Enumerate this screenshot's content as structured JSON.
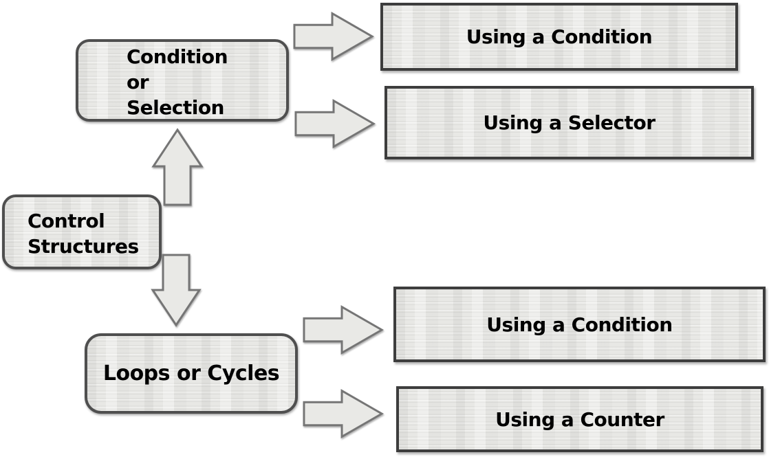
{
  "diagram": {
    "nodes": {
      "root": {
        "lines": [
          "Control",
          "Structures"
        ]
      },
      "condition_branch": {
        "lines": [
          "Condition",
          "or",
          "Selection"
        ]
      },
      "loops_branch": {
        "label": "Loops or Cycles"
      }
    },
    "leaves": [
      {
        "label": "Using a Condition"
      },
      {
        "label": "Using a Selector"
      },
      {
        "label": "Using a Condition"
      },
      {
        "label": "Using a Counter"
      }
    ],
    "arrows": [
      {
        "name": "up-arrow",
        "from": "Control Structures",
        "to": "Condition or Selection",
        "direction": "up"
      },
      {
        "name": "down-arrow",
        "from": "Control Structures",
        "to": "Loops or Cycles",
        "direction": "down"
      },
      {
        "name": "right-arrow-1",
        "from": "Condition or Selection",
        "to": "Using a Condition",
        "direction": "right"
      },
      {
        "name": "right-arrow-2",
        "from": "Condition or Selection",
        "to": "Using a Selector",
        "direction": "right"
      },
      {
        "name": "right-arrow-3",
        "from": "Loops or Cycles",
        "to": "Using a Condition",
        "direction": "right"
      },
      {
        "name": "right-arrow-4",
        "from": "Loops or Cycles",
        "to": "Using a Counter",
        "direction": "right"
      }
    ],
    "colors": {
      "background": "#ffffff",
      "box_fill": "#e8e8e5",
      "rounded_box_border": "#4f4f4f",
      "rect_box_border": "#3d3d3d",
      "arrow_fill": "#e9e9e6",
      "arrow_outline": "#757575",
      "text": "#000000"
    }
  }
}
